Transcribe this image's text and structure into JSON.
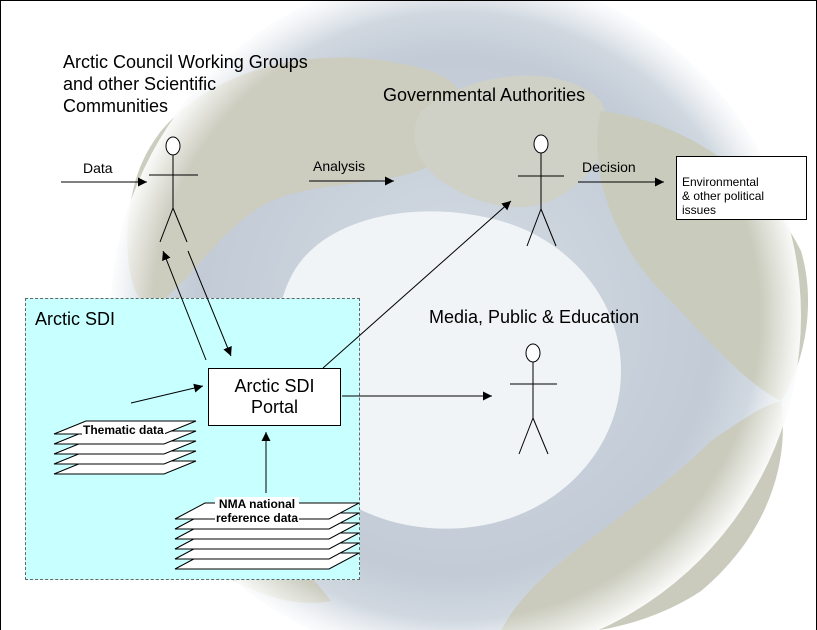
{
  "actors": {
    "scientists_label": "Arctic Council Working Groups\nand other Scientific\nCommunities",
    "government_label": "Governmental Authorities",
    "media_label": "Media, Public & Education"
  },
  "flows": {
    "data": "Data",
    "analysis": "Analysis",
    "decision": "Decision"
  },
  "outcome_box": "Environmental\n& other political\nissues",
  "sdi": {
    "title": "Arctic SDI",
    "portal": "Arctic SDI\nPortal",
    "thematic_data": "Thematic data",
    "nma_data": "NMA national\nreference data"
  },
  "colors": {
    "sdi_panel": "#c8ffff",
    "ocean_center": "#c6cfd9",
    "ice": "#f2f5f7",
    "land": "#cfd0c2"
  }
}
